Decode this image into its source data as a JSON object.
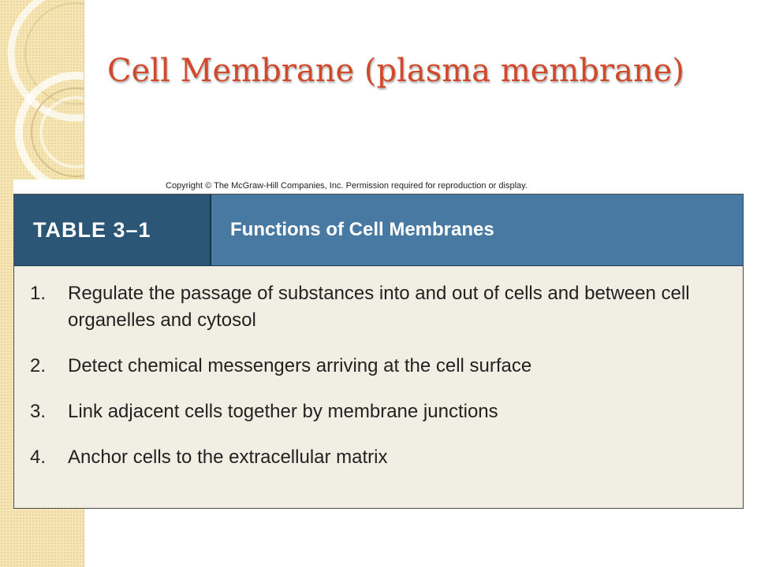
{
  "slide": {
    "title": "Cell Membrane (plasma membrane)"
  },
  "figure": {
    "copyright": "Copyright © The McGraw-Hill Companies, Inc. Permission required for reproduction or display.",
    "table_number": "TABLE 3–1",
    "table_caption": "Functions of Cell Membranes",
    "items": [
      {
        "num": "1.",
        "text": "Regulate the passage of substances into and out of cells and between cell organelles and cytosol"
      },
      {
        "num": "2.",
        "text": "Detect chemical messengers arriving at the cell surface"
      },
      {
        "num": "3.",
        "text": "Link adjacent cells together by membrane junctions"
      },
      {
        "num": "4.",
        "text": "Anchor cells to the extracellular matrix"
      }
    ]
  },
  "colors": {
    "title": "#d2482b",
    "table_number_bg": "#2b5676",
    "table_caption_bg": "#4879a3",
    "table_body_bg": "#f1efe3",
    "strip_bg": "#f5e6b4"
  }
}
